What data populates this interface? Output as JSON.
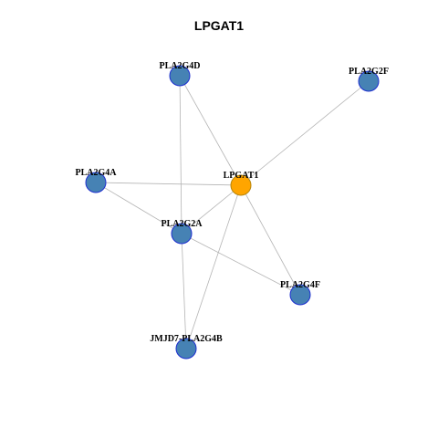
{
  "title": "LPGAT1",
  "colors": {
    "hub_fill": "#FFA500",
    "hub_stroke": "#B8860B",
    "node_fill": "#4682B4",
    "node_stroke": "#1E2FD0",
    "edge": "#B4B4B4"
  },
  "nodes": [
    {
      "id": "PLA2G4D",
      "label": "PLA2G4D",
      "hub": false
    },
    {
      "id": "PLA2G2F",
      "label": "PLA2G2F",
      "hub": false
    },
    {
      "id": "PLA2G4A",
      "label": "PLA2G4A",
      "hub": false
    },
    {
      "id": "LPGAT1",
      "label": "LPGAT1",
      "hub": true
    },
    {
      "id": "PLA2G2A",
      "label": "PLA2G2A",
      "hub": false
    },
    {
      "id": "PLA2G4F",
      "label": "PLA2G4F",
      "hub": false
    },
    {
      "id": "JMJD7-PLA2G4B",
      "label": "JMJD7-PLA2G4B",
      "hub": false
    }
  ],
  "edges": [
    [
      "PLA2G4D",
      "LPGAT1"
    ],
    [
      "PLA2G4D",
      "PLA2G2A"
    ],
    [
      "PLA2G2F",
      "LPGAT1"
    ],
    [
      "PLA2G4A",
      "LPGAT1"
    ],
    [
      "PLA2G4A",
      "PLA2G2A"
    ],
    [
      "LPGAT1",
      "PLA2G2A"
    ],
    [
      "LPGAT1",
      "PLA2G4F"
    ],
    [
      "LPGAT1",
      "JMJD7-PLA2G4B"
    ],
    [
      "PLA2G2A",
      "PLA2G4F"
    ],
    [
      "PLA2G2A",
      "JMJD7-PLA2G4B"
    ]
  ]
}
